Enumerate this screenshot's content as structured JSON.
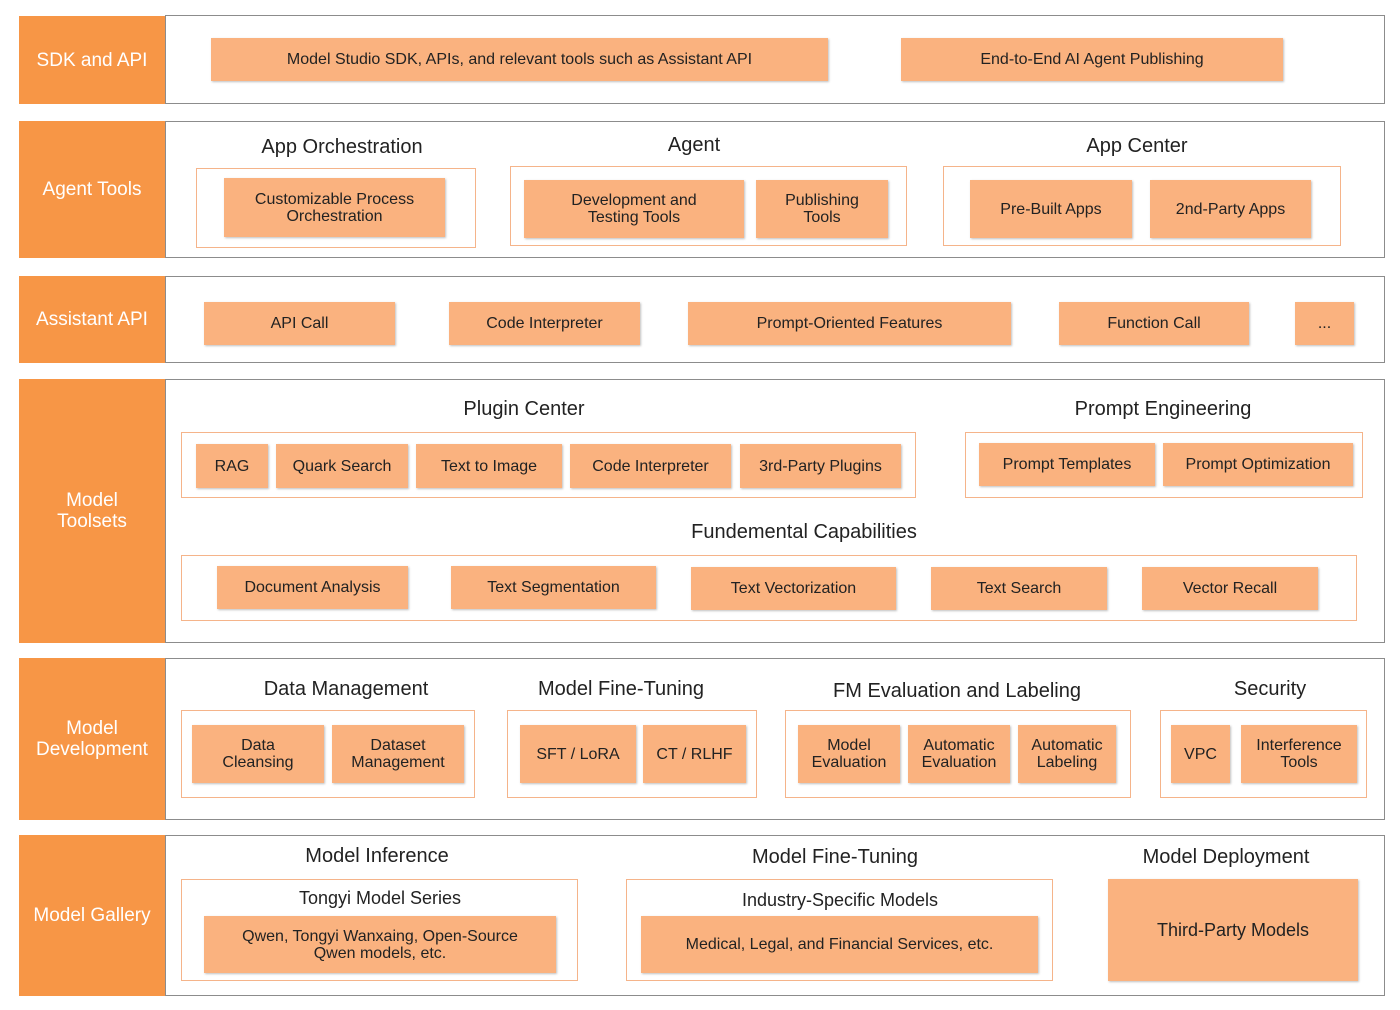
{
  "layers": {
    "sdk": {
      "label": "SDK and API",
      "items": [
        "Model Studio SDK, APIs, and relevant tools such as Assistant API",
        "End-to-End AI Agent Publishing"
      ]
    },
    "agent_tools": {
      "label": "Agent Tools",
      "app_orchestration": {
        "title": "App Orchestration",
        "items": [
          "Customizable Process\nOrchestration"
        ]
      },
      "agent": {
        "title": "Agent",
        "items": [
          "Development and\nTesting Tools",
          "Publishing\nTools"
        ]
      },
      "app_center": {
        "title": "App Center",
        "items": [
          "Pre-Built Apps",
          "2nd-Party Apps"
        ]
      }
    },
    "assistant_api": {
      "label": "Assistant API",
      "items": [
        "API Call",
        "Code Interpreter",
        "Prompt-Oriented Features",
        "Function Call",
        "..."
      ]
    },
    "model_toolsets": {
      "label": "Model\nToolsets",
      "plugin_center": {
        "title": "Plugin Center",
        "items": [
          "RAG",
          "Quark Search",
          "Text to Image",
          "Code Interpreter",
          "3rd-Party Plugins"
        ]
      },
      "prompt_engineering": {
        "title": "Prompt Engineering",
        "items": [
          "Prompt Templates",
          "Prompt Optimization"
        ]
      },
      "fundamental": {
        "title": "Fundemental Capabilities",
        "items": [
          "Document Analysis",
          "Text Segmentation",
          "Text Vectorization",
          "Text Search",
          "Vector Recall"
        ]
      }
    },
    "model_development": {
      "label": "Model\nDevelopment",
      "data_management": {
        "title": "Data Management",
        "items": [
          "Data\nCleansing",
          "Dataset\nManagement"
        ]
      },
      "fine_tuning": {
        "title": "Model Fine-Tuning",
        "items": [
          "SFT / LoRA",
          "CT / RLHF"
        ]
      },
      "fm_evaluation": {
        "title": "FM Evaluation and Labeling",
        "items": [
          "Model\nEvaluation",
          "Automatic\nEvaluation",
          "Automatic\nLabeling"
        ]
      },
      "security": {
        "title": "Security",
        "items": [
          "VPC",
          "Interference\nTools"
        ]
      }
    },
    "model_gallery": {
      "label": "Model Gallery",
      "inference": {
        "title": "Model Inference",
        "subtitle": "Tongyi Model Series",
        "item": "Qwen, Tongyi Wanxaing, Open-Source\nQwen models, etc."
      },
      "fine_tuning": {
        "title": "Model Fine-Tuning",
        "subtitle": "Industry-Specific Models",
        "item": "Medical, Legal, and Financial Services, etc."
      },
      "deployment": {
        "title": "Model Deployment",
        "item": "Third-Party Models"
      }
    }
  },
  "colors": {
    "label_fill": "#f79646",
    "box_fill": "#fab27f",
    "group_border": "#f5b48a",
    "panel_border": "#8c8c8c"
  }
}
